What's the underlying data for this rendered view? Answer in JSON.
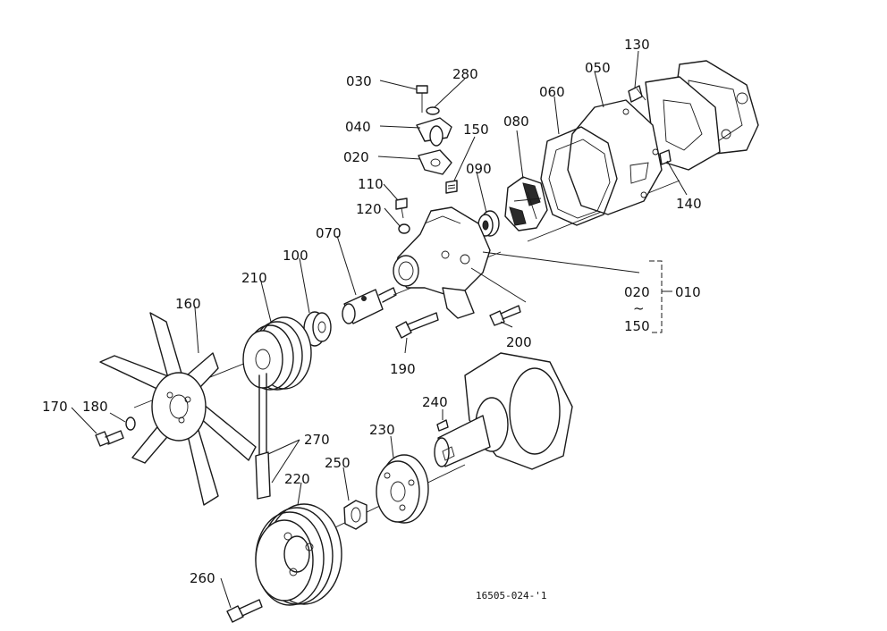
{
  "labels": {
    "p030": "030",
    "p280": "280",
    "p040": "040",
    "p150_top": "150",
    "p020_top": "020",
    "p080": "080",
    "p090": "090",
    "p060": "060",
    "p050": "050",
    "p130": "130",
    "p140": "140",
    "p110": "110",
    "p120": "120",
    "p070": "070",
    "p100": "100",
    "p210": "210",
    "p160": "160",
    "p020_group": "020",
    "p010": "010",
    "p150_group": "150",
    "p200": "200",
    "p190": "190",
    "p240": "240",
    "p230": "230",
    "p270": "270",
    "p170": "170",
    "p180": "180",
    "p220": "220",
    "p250": "250",
    "p260": "260"
  },
  "group_tilde": "~",
  "drawing_code": "16505-024-'1"
}
